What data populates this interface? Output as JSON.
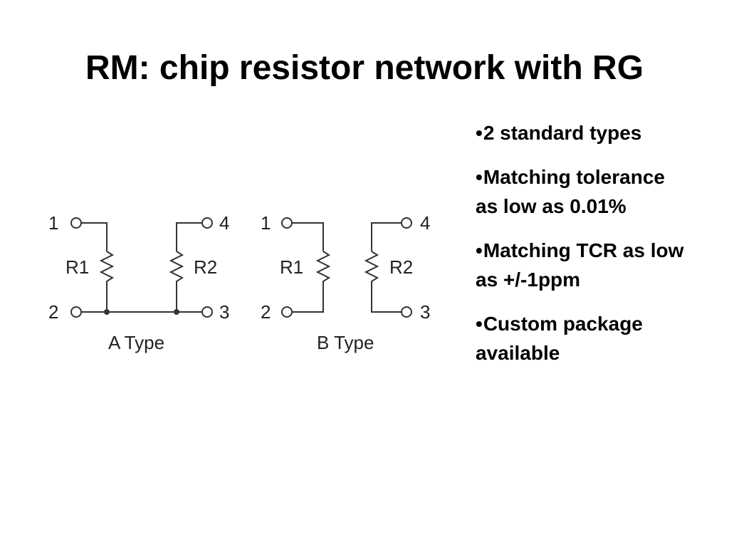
{
  "slide": {
    "title": "RM: chip resistor network with RG"
  },
  "diagram": {
    "a_type": {
      "label": "A Type",
      "pin1": "1",
      "pin2": "2",
      "pin3": "3",
      "pin4": "4",
      "r1": "R1",
      "r2": "R2"
    },
    "b_type": {
      "label": "B Type",
      "pin1": "1",
      "pin2": "2",
      "pin3": "3",
      "pin4": "4",
      "r1": "R1",
      "r2": "R2"
    }
  },
  "bullets": [
    {
      "mark": "•",
      "text": "2 standard types"
    },
    {
      "mark": "•",
      "text": "Matching tolerance as low as 0.01%"
    },
    {
      "mark": "•",
      "text": "Matching TCR as low as +/-1ppm"
    },
    {
      "mark": "•",
      "text": "Custom package available"
    }
  ]
}
